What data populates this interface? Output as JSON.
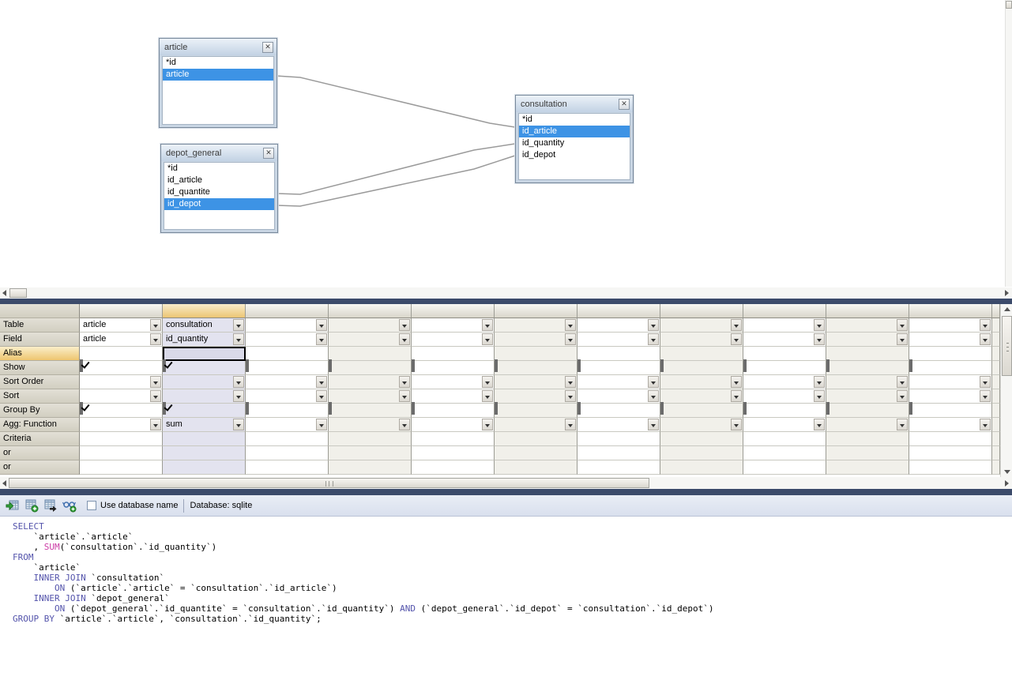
{
  "diagram": {
    "tables": [
      {
        "name": "article",
        "fields": [
          {
            "name": "*id",
            "selected": false
          },
          {
            "name": "article",
            "selected": true
          }
        ]
      },
      {
        "name": "depot_general",
        "fields": [
          {
            "name": "*id",
            "selected": false
          },
          {
            "name": "id_article",
            "selected": false
          },
          {
            "name": "id_quantite",
            "selected": false
          },
          {
            "name": "id_depot",
            "selected": true
          }
        ]
      },
      {
        "name": "consultation",
        "fields": [
          {
            "name": "*id",
            "selected": false
          },
          {
            "name": "id_article",
            "selected": true
          },
          {
            "name": "id_quantity",
            "selected": false
          },
          {
            "name": "id_depot",
            "selected": false
          }
        ]
      }
    ]
  },
  "grid": {
    "row_labels": [
      "Table",
      "Field",
      "Alias",
      "Show",
      "Sort Order",
      "Sort",
      "Group By",
      "Agg: Function",
      "Criteria",
      "or",
      "or"
    ],
    "selected_row_index": 2,
    "selected_column_index": 1,
    "columns": [
      {
        "table": "article",
        "field": "article",
        "alias": "",
        "show": true,
        "sort_order": "",
        "sort": "",
        "group_by": true,
        "agg": "",
        "criteria": "",
        "or1": "",
        "or2": "",
        "selected": false
      },
      {
        "table": "consultation",
        "field": "id_quantity",
        "alias": "",
        "show": true,
        "sort_order": "",
        "sort": "",
        "group_by": true,
        "agg": "sum",
        "criteria": "",
        "or1": "",
        "or2": "",
        "selected": true
      },
      {},
      {},
      {},
      {},
      {},
      {},
      {},
      {},
      {}
    ]
  },
  "toolbar": {
    "icons": [
      {
        "name": "add-table-icon"
      },
      {
        "name": "new-table-plus-icon"
      },
      {
        "name": "table-export-arrow-icon"
      },
      {
        "name": "find-glasses-plus-icon"
      }
    ],
    "use_database_name_label": "Use database name",
    "use_database_name_checked": false,
    "database_label": "Database: sqlite"
  },
  "sql": {
    "keyword_color": "#5353ab",
    "function_color": "#cc3ba6",
    "lines": [
      [
        {
          "t": "kw",
          "s": "SELECT"
        }
      ],
      [
        {
          "t": "p",
          "s": "    `article`.`article`"
        }
      ],
      [
        {
          "t": "p",
          "s": "    , "
        },
        {
          "t": "fn",
          "s": "SUM"
        },
        {
          "t": "p",
          "s": "(`consultation`.`id_quantity`)"
        }
      ],
      [
        {
          "t": "kw",
          "s": "FROM"
        }
      ],
      [
        {
          "t": "p",
          "s": "    `article`"
        }
      ],
      [
        {
          "t": "p",
          "s": "    "
        },
        {
          "t": "kw",
          "s": "INNER JOIN"
        },
        {
          "t": "p",
          "s": " `consultation`"
        }
      ],
      [
        {
          "t": "p",
          "s": "        "
        },
        {
          "t": "kw",
          "s": "ON"
        },
        {
          "t": "p",
          "s": " (`article`.`article` = `consultation`.`id_article`)"
        }
      ],
      [
        {
          "t": "p",
          "s": "    "
        },
        {
          "t": "kw",
          "s": "INNER JOIN"
        },
        {
          "t": "p",
          "s": " `depot_general`"
        }
      ],
      [
        {
          "t": "p",
          "s": "        "
        },
        {
          "t": "kw",
          "s": "ON"
        },
        {
          "t": "p",
          "s": " (`depot_general`.`id_quantite` = `consultation`.`id_quantity`) "
        },
        {
          "t": "kw",
          "s": "AND"
        },
        {
          "t": "p",
          "s": " (`depot_general`.`id_depot` = `consultation`.`id_depot`)"
        }
      ],
      [
        {
          "t": "kw",
          "s": "GROUP BY"
        },
        {
          "t": "p",
          "s": " `article`.`article`, `consultation`.`id_quantity`;"
        }
      ]
    ]
  }
}
